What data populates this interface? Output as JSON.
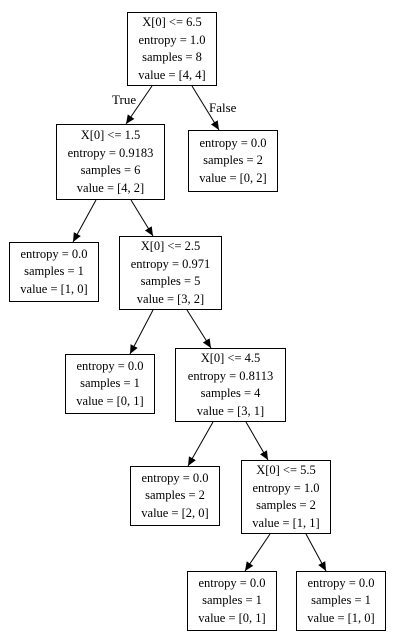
{
  "edge_labels": {
    "true": "True",
    "false": "False"
  },
  "nodes": {
    "n0": [
      "X[0] <= 6.5",
      "entropy = 1.0",
      "samples = 8",
      "value = [4, 4]"
    ],
    "n1": [
      "X[0] <= 1.5",
      "entropy = 0.9183",
      "samples = 6",
      "value = [4, 2]"
    ],
    "n2": [
      "entropy = 0.0",
      "samples = 1",
      "value = [1, 0]"
    ],
    "n3": [
      "X[0] <= 2.5",
      "entropy = 0.971",
      "samples = 5",
      "value = [3, 2]"
    ],
    "n4": [
      "entropy = 0.0",
      "samples = 1",
      "value = [0, 1]"
    ],
    "n5": [
      "X[0] <= 4.5",
      "entropy = 0.8113",
      "samples = 4",
      "value = [3, 1]"
    ],
    "n6": [
      "entropy = 0.0",
      "samples = 2",
      "value = [2, 0]"
    ],
    "n7": [
      "X[0] <= 5.5",
      "entropy = 1.0",
      "samples = 2",
      "value = [1, 1]"
    ],
    "n8": [
      "entropy = 0.0",
      "samples = 2",
      "value = [0, 2]"
    ],
    "n9": [
      "entropy = 0.0",
      "samples = 1",
      "value = [0, 1]"
    ],
    "n10": [
      "entropy = 0.0",
      "samples = 1",
      "value = [1, 0]"
    ]
  }
}
